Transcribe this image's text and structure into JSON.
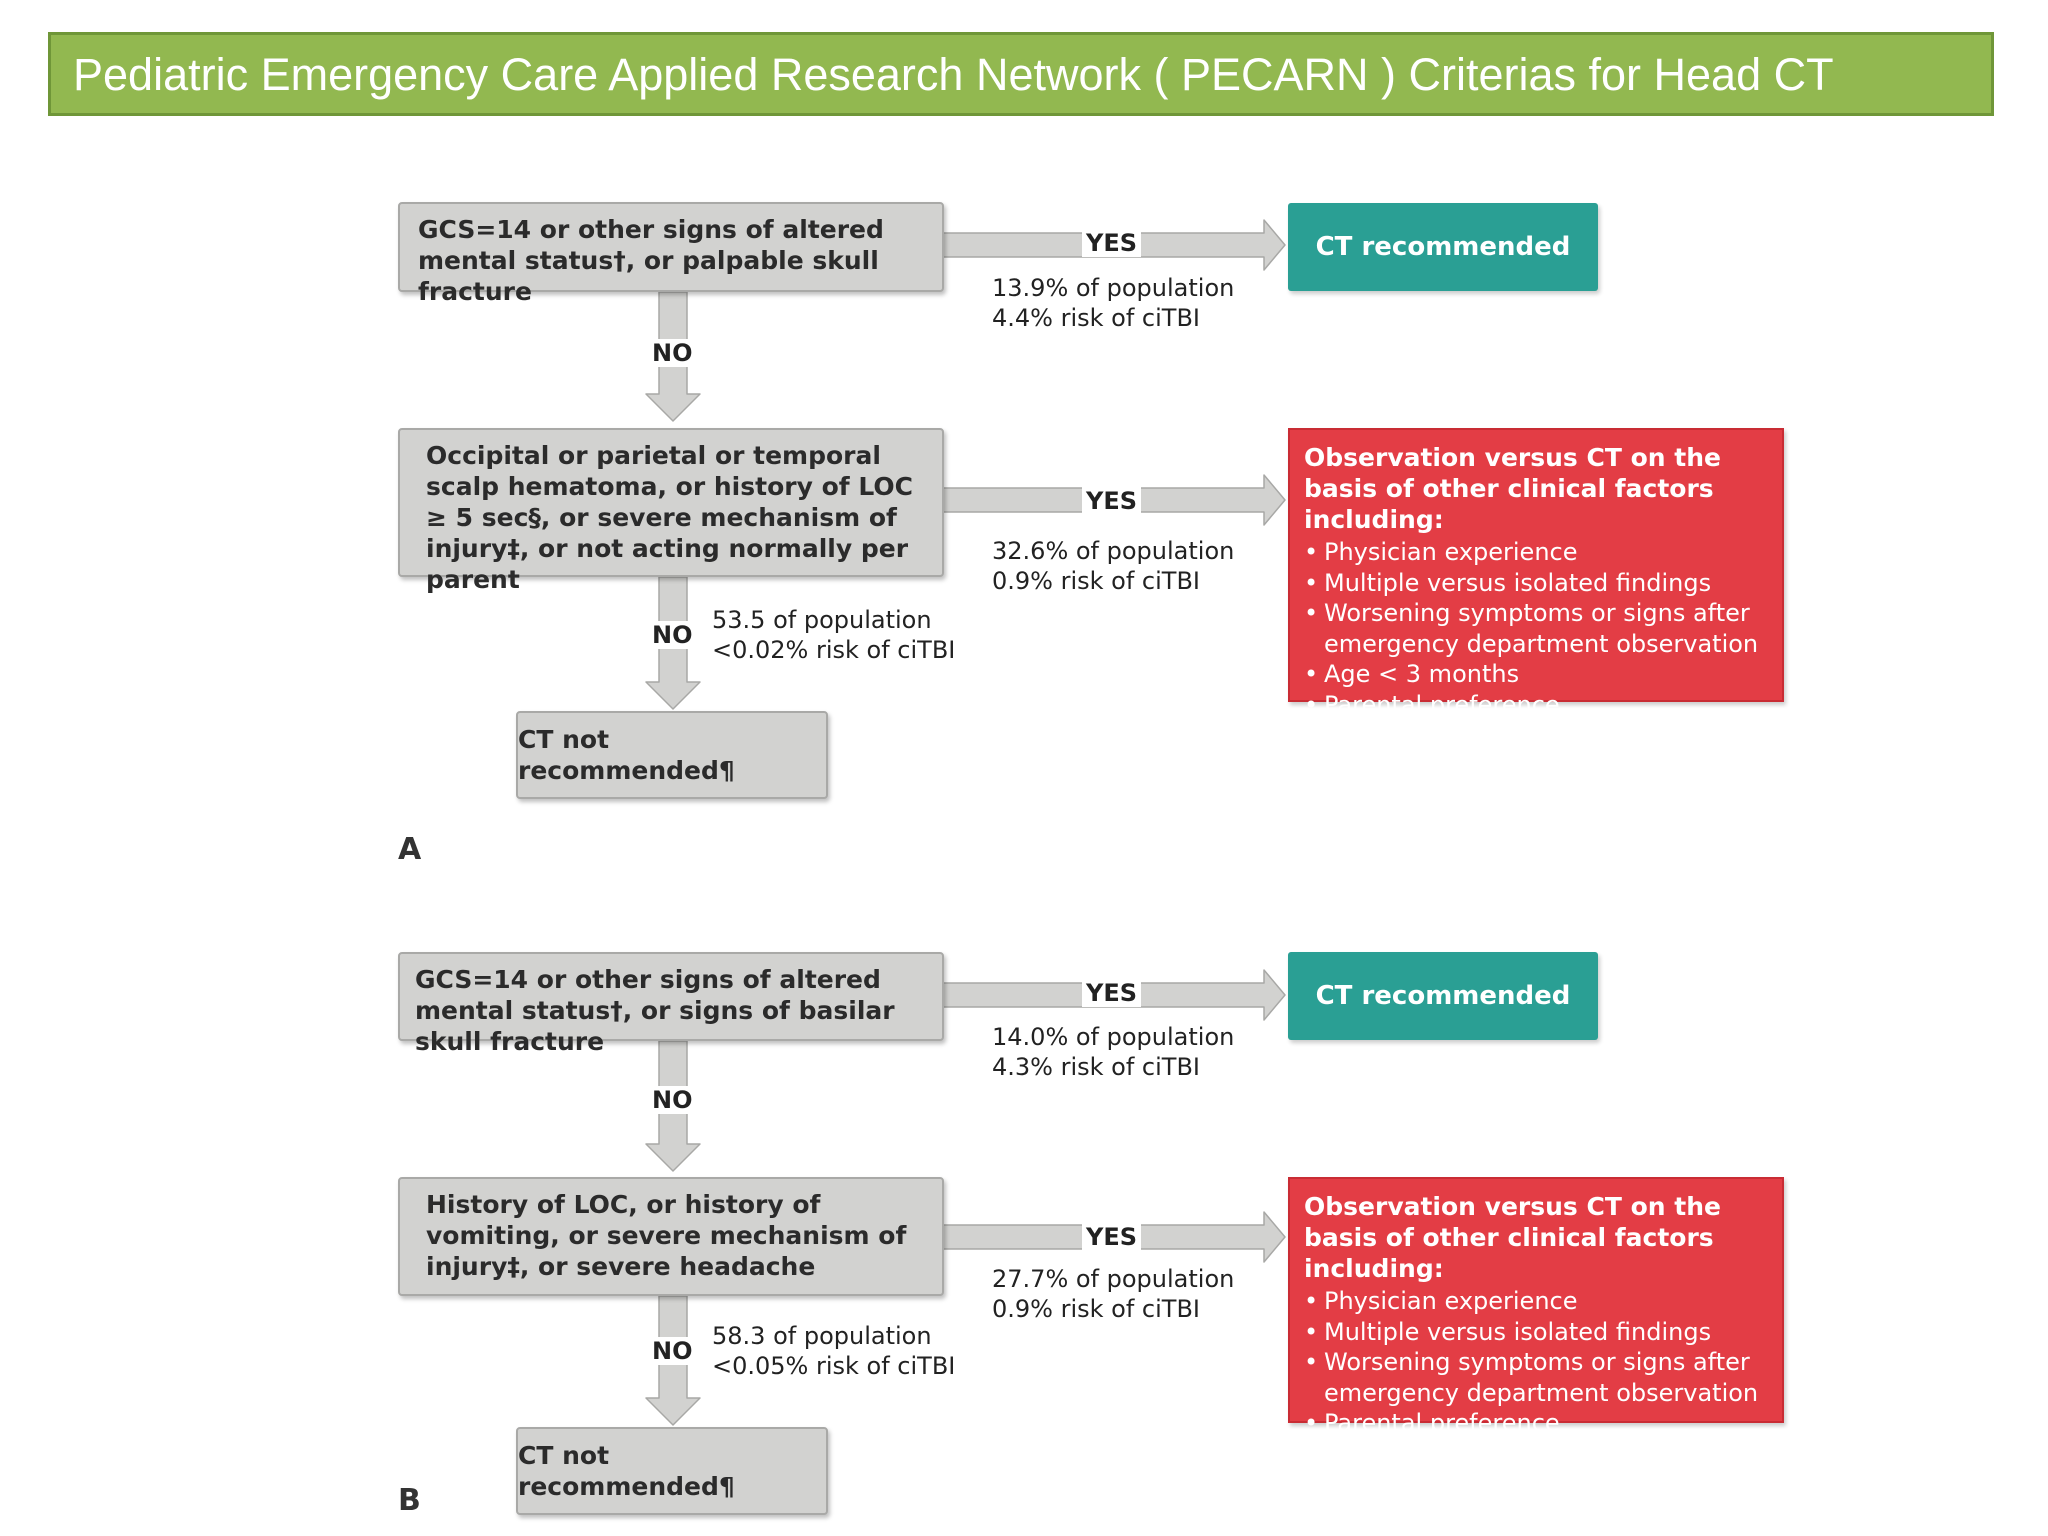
{
  "title": "Pediatric Emergency Care Applied Research Network ( PECARN ) Criterias for Head CT",
  "colors": {
    "title_bar": "#92b850",
    "gray_box": "#d2d2d0",
    "teal_box": "#2a9f94",
    "red_box": "#e33d45",
    "arrow": "#d2d2d0"
  },
  "labels": {
    "yes": "YES",
    "no": "NO"
  },
  "panel_a": {
    "label": "A",
    "q1": "GCS=14 or other signs of altered mental status†, or palpable skull fracture",
    "q1_yes_stats": [
      "13.9% of population",
      "4.4% risk of ciTBI"
    ],
    "ct_recommended": "CT recommended",
    "q2": "Occipital or parietal or temporal scalp hematoma, or history of LOC ≥ 5 sec§, or severe mechanism of injury‡, or not acting normally per parent",
    "q2_yes_stats": [
      "32.6% of population",
      "0.9% risk of ciTBI"
    ],
    "q2_no_stats": [
      "53.5 of population",
      "<0.02% risk of ciTBI"
    ],
    "observation_heading": "Observation versus CT on the basis of other clinical factors including:",
    "observation_items": [
      "Physician experience",
      "Multiple versus isolated findings",
      "Worsening symptoms or signs after emergency department observation",
      "Age < 3 months",
      "Parental preference"
    ],
    "ct_not_recommended": "CT not recommended¶"
  },
  "panel_b": {
    "label": "B",
    "q1": "GCS=14 or other signs of altered mental status†, or signs of basilar skull fracture",
    "q1_yes_stats": [
      "14.0% of population",
      "4.3% risk of ciTBI"
    ],
    "ct_recommended": "CT recommended",
    "q2": "History of LOC, or history of vomiting, or severe mechanism of injury‡, or severe headache",
    "q2_yes_stats": [
      "27.7% of population",
      "0.9% risk of ciTBI"
    ],
    "q2_no_stats": [
      "58.3 of population",
      "<0.05% risk of ciTBI"
    ],
    "observation_heading": "Observation versus CT on the basis of other clinical factors including:",
    "observation_items": [
      "Physician experience",
      "Multiple versus isolated findings",
      "Worsening symptoms or signs after emergency department observation",
      "Parental preference"
    ],
    "ct_not_recommended": "CT not recommended¶"
  }
}
